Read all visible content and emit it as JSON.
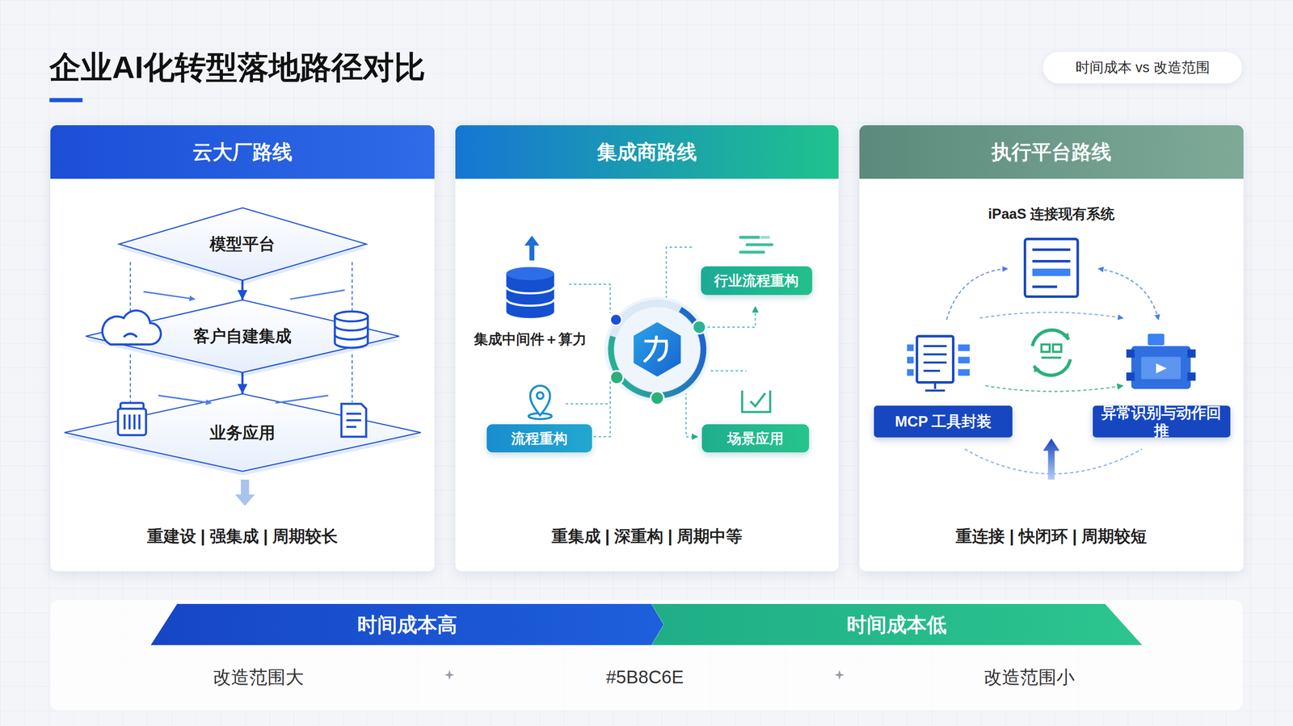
{
  "diagram": {
    "title": "企业AI化转型落地路径对比",
    "nodes": [
      {
        "text": [
          "时间成本 vs 改造范围"
        ]
      },
      {
        "text": [
          "云大厂路线",
          "重建设 | 强集成 | 周期较长"
        ]
      },
      {
        "text": [
          "模型平台"
        ],
        "in": 1
      },
      {
        "text": [
          "客户自建集成"
        ],
        "in": 1
      },
      {
        "text": [
          "业务应用"
        ],
        "in": 1
      },
      {
        "text": [
          "集成商路线",
          "重集成 | 深重构 | 周期中等"
        ]
      },
      {
        "text": [
          "行业流程重构"
        ],
        "in": 5
      },
      {
        "text": [
          "流程重构"
        ],
        "in": 5
      },
      {
        "text": [
          "场景应用"
        ],
        "in": 5
      },
      {
        "text": [
          "执行平台路线",
          "重连接 | 快闭环 | 周期较短"
        ]
      },
      {
        "text": [
          "MCP 工具封装"
        ],
        "in": 9
      },
      {
        "text": [
          "异常识别与动作回推"
        ],
        "in": 9
      },
      {
        "text": [
          "时间成本高"
        ]
      },
      {
        "text": [
          "时间成本低"
        ]
      }
    ],
    "edges": [
      {
        "from": 2,
        "to": 3,
        "arrow": "to"
      },
      {
        "from": 3,
        "to": 4,
        "arrow": "to"
      }
    ],
    "labels": [
      "集成中间件＋算力",
      "iPaaS 连接现有系统",
      "改造范围大",
      "#5B8C6E",
      "改造范围小"
    ]
  }
}
